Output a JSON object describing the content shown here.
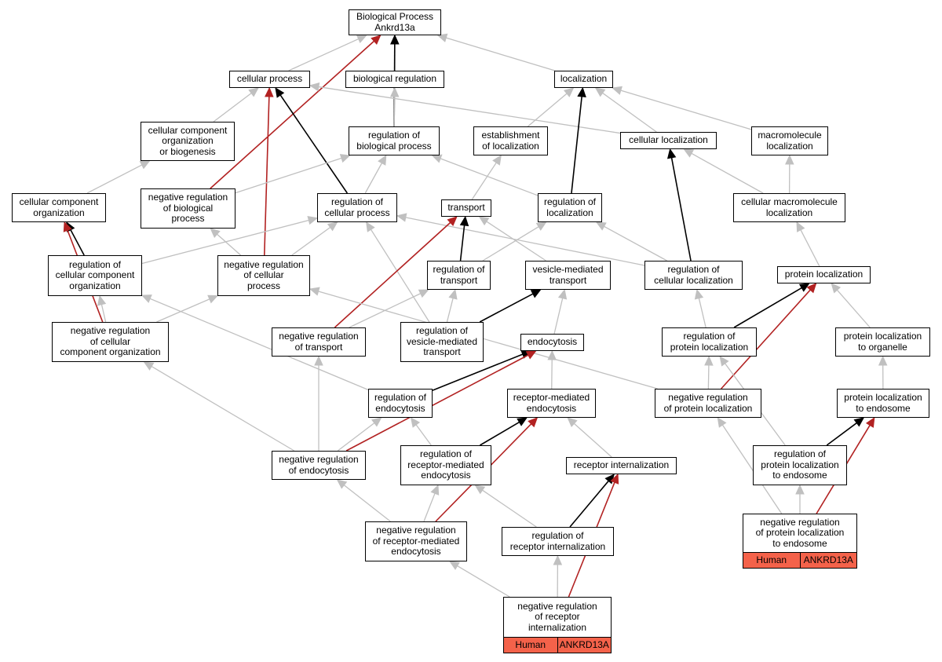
{
  "colors": {
    "gray_edge": "#c0c0c0",
    "black_edge": "#000000",
    "red_edge": "#b22222",
    "species_fill": "#f4624a"
  },
  "nodes": {
    "bp": "Biological Process\nAnkrd13a",
    "cp": "cellular process",
    "br": "biological regulation",
    "loc": "localization",
    "ccob": "cellular component\norganization\nor biogenesis",
    "rbp": "regulation of\nbiological process",
    "eloc": "establishment\nof localization",
    "cloc": "cellular localization",
    "mloc": "macromolecule\nlocalization",
    "cco": "cellular component\norganization",
    "nrbp": "negative regulation\nof biological\nprocess",
    "rcp": "regulation of\ncellular process",
    "tr": "transport",
    "rloc": "regulation of\nlocalization",
    "cmloc": "cellular macromolecule\nlocalization",
    "rcco": "regulation of\ncellular component\norganization",
    "nrcp": "negative regulation\nof cellular\nprocess",
    "rtr": "regulation of\ntransport",
    "vmt": "vesicle-mediated\ntransport",
    "rcloc": "regulation of\ncellular localization",
    "ploc": "protein localization",
    "nrcco": "negative regulation\nof cellular\ncomponent organization",
    "nrtr": "negative regulation\nof transport",
    "rvmt": "regulation of\nvesicle-mediated\ntransport",
    "endo": "endocytosis",
    "rploc": "regulation of\nprotein localization",
    "plorg": "protein localization\nto organelle",
    "rendo": "regulation of\nendocytosis",
    "rme": "receptor-mediated\nendocytosis",
    "nrploc": "negative regulation\nof protein localization",
    "plend": "protein localization\nto endosome",
    "nrendo": "negative regulation\nof endocytosis",
    "rrme": "regulation of\nreceptor-mediated\nendocytosis",
    "ri": "receptor internalization",
    "rplend": "regulation of\nprotein localization\nto endosome",
    "nrrme": "negative regulation\nof receptor-mediated\nendocytosis",
    "rri": "regulation of\nreceptor internalization",
    "nrplend": "negative regulation\nof protein localization\nto endosome",
    "nrri": "negative regulation\nof receptor\ninternalization"
  },
  "leaf_tags": {
    "nrplend": {
      "species": "Human",
      "gene": "ANKRD13A"
    },
    "nrri": {
      "species": "Human",
      "gene": "ANKRD13A"
    }
  },
  "edges": [
    {
      "from": "cp",
      "to": "bp",
      "kind": "gray"
    },
    {
      "from": "br",
      "to": "bp",
      "kind": "gray"
    },
    {
      "from": "loc",
      "to": "bp",
      "kind": "gray"
    },
    {
      "from": "rbp",
      "to": "bp",
      "kind": "black"
    },
    {
      "from": "nrbp",
      "to": "bp",
      "kind": "red"
    },
    {
      "from": "ccob",
      "to": "cp",
      "kind": "gray"
    },
    {
      "from": "rcp",
      "to": "cp",
      "kind": "black"
    },
    {
      "from": "nrcp",
      "to": "cp",
      "kind": "red"
    },
    {
      "from": "cloc",
      "to": "cp",
      "kind": "gray"
    },
    {
      "from": "rbp",
      "to": "br",
      "kind": "gray"
    },
    {
      "from": "eloc",
      "to": "loc",
      "kind": "gray"
    },
    {
      "from": "cloc",
      "to": "loc",
      "kind": "gray"
    },
    {
      "from": "mloc",
      "to": "loc",
      "kind": "gray"
    },
    {
      "from": "rloc",
      "to": "loc",
      "kind": "black"
    },
    {
      "from": "cco",
      "to": "ccob",
      "kind": "gray"
    },
    {
      "from": "rcp",
      "to": "rbp",
      "kind": "gray"
    },
    {
      "from": "nrbp",
      "to": "rbp",
      "kind": "gray"
    },
    {
      "from": "rloc",
      "to": "rbp",
      "kind": "gray"
    },
    {
      "from": "tr",
      "to": "eloc",
      "kind": "gray"
    },
    {
      "from": "cmloc",
      "to": "cloc",
      "kind": "gray"
    },
    {
      "from": "rcloc",
      "to": "cloc",
      "kind": "black"
    },
    {
      "from": "cmloc",
      "to": "mloc",
      "kind": "gray"
    },
    {
      "from": "rcco",
      "to": "cco",
      "kind": "black"
    },
    {
      "from": "nrcco",
      "to": "cco",
      "kind": "red"
    },
    {
      "from": "nrcp",
      "to": "nrbp",
      "kind": "gray"
    },
    {
      "from": "rcco",
      "to": "rcp",
      "kind": "gray"
    },
    {
      "from": "nrcp",
      "to": "rcp",
      "kind": "gray"
    },
    {
      "from": "rvmt",
      "to": "rcp",
      "kind": "gray"
    },
    {
      "from": "rcloc",
      "to": "rcp",
      "kind": "gray"
    },
    {
      "from": "rtr",
      "to": "tr",
      "kind": "black"
    },
    {
      "from": "vmt",
      "to": "tr",
      "kind": "gray"
    },
    {
      "from": "nrtr",
      "to": "tr",
      "kind": "red"
    },
    {
      "from": "rtr",
      "to": "rloc",
      "kind": "gray"
    },
    {
      "from": "rcloc",
      "to": "rloc",
      "kind": "gray"
    },
    {
      "from": "ploc",
      "to": "cmloc",
      "kind": "gray"
    },
    {
      "from": "nrcco",
      "to": "rcco",
      "kind": "gray"
    },
    {
      "from": "nrcco",
      "to": "nrcp",
      "kind": "gray"
    },
    {
      "from": "nrploc",
      "to": "nrcp",
      "kind": "gray"
    },
    {
      "from": "nrtr",
      "to": "rtr",
      "kind": "gray"
    },
    {
      "from": "rvmt",
      "to": "rtr",
      "kind": "gray"
    },
    {
      "from": "rvmt",
      "to": "vmt",
      "kind": "black"
    },
    {
      "from": "endo",
      "to": "vmt",
      "kind": "gray"
    },
    {
      "from": "rploc",
      "to": "rcloc",
      "kind": "gray"
    },
    {
      "from": "rploc",
      "to": "ploc",
      "kind": "black"
    },
    {
      "from": "plorg",
      "to": "ploc",
      "kind": "gray"
    },
    {
      "from": "nrploc",
      "to": "ploc",
      "kind": "red"
    },
    {
      "from": "nrendo",
      "to": "nrcco",
      "kind": "gray"
    },
    {
      "from": "nrendo",
      "to": "nrtr",
      "kind": "gray"
    },
    {
      "from": "rendo",
      "to": "rcco",
      "kind": "gray"
    },
    {
      "from": "rendo",
      "to": "endo",
      "kind": "black"
    },
    {
      "from": "rme",
      "to": "endo",
      "kind": "gray"
    },
    {
      "from": "nrendo",
      "to": "endo",
      "kind": "red"
    },
    {
      "from": "nrploc",
      "to": "rploc",
      "kind": "gray"
    },
    {
      "from": "rplend",
      "to": "rploc",
      "kind": "gray"
    },
    {
      "from": "plend",
      "to": "plorg",
      "kind": "gray"
    },
    {
      "from": "nrendo",
      "to": "rendo",
      "kind": "gray"
    },
    {
      "from": "rrme",
      "to": "rendo",
      "kind": "gray"
    },
    {
      "from": "rrme",
      "to": "rme",
      "kind": "black"
    },
    {
      "from": "ri",
      "to": "rme",
      "kind": "gray"
    },
    {
      "from": "nrrme",
      "to": "rme",
      "kind": "red"
    },
    {
      "from": "rplend",
      "to": "plend",
      "kind": "black"
    },
    {
      "from": "nrplend",
      "to": "plend",
      "kind": "red"
    },
    {
      "from": "nrrme",
      "to": "nrendo",
      "kind": "gray"
    },
    {
      "from": "nrrme",
      "to": "rrme",
      "kind": "gray"
    },
    {
      "from": "rri",
      "to": "rrme",
      "kind": "gray"
    },
    {
      "from": "rri",
      "to": "ri",
      "kind": "black"
    },
    {
      "from": "nrri",
      "to": "ri",
      "kind": "red"
    },
    {
      "from": "nrplend",
      "to": "nrploc",
      "kind": "gray"
    },
    {
      "from": "nrplend",
      "to": "rplend",
      "kind": "gray"
    },
    {
      "from": "nrri",
      "to": "rri",
      "kind": "gray"
    },
    {
      "from": "nrri",
      "to": "nrrme",
      "kind": "gray"
    }
  ]
}
